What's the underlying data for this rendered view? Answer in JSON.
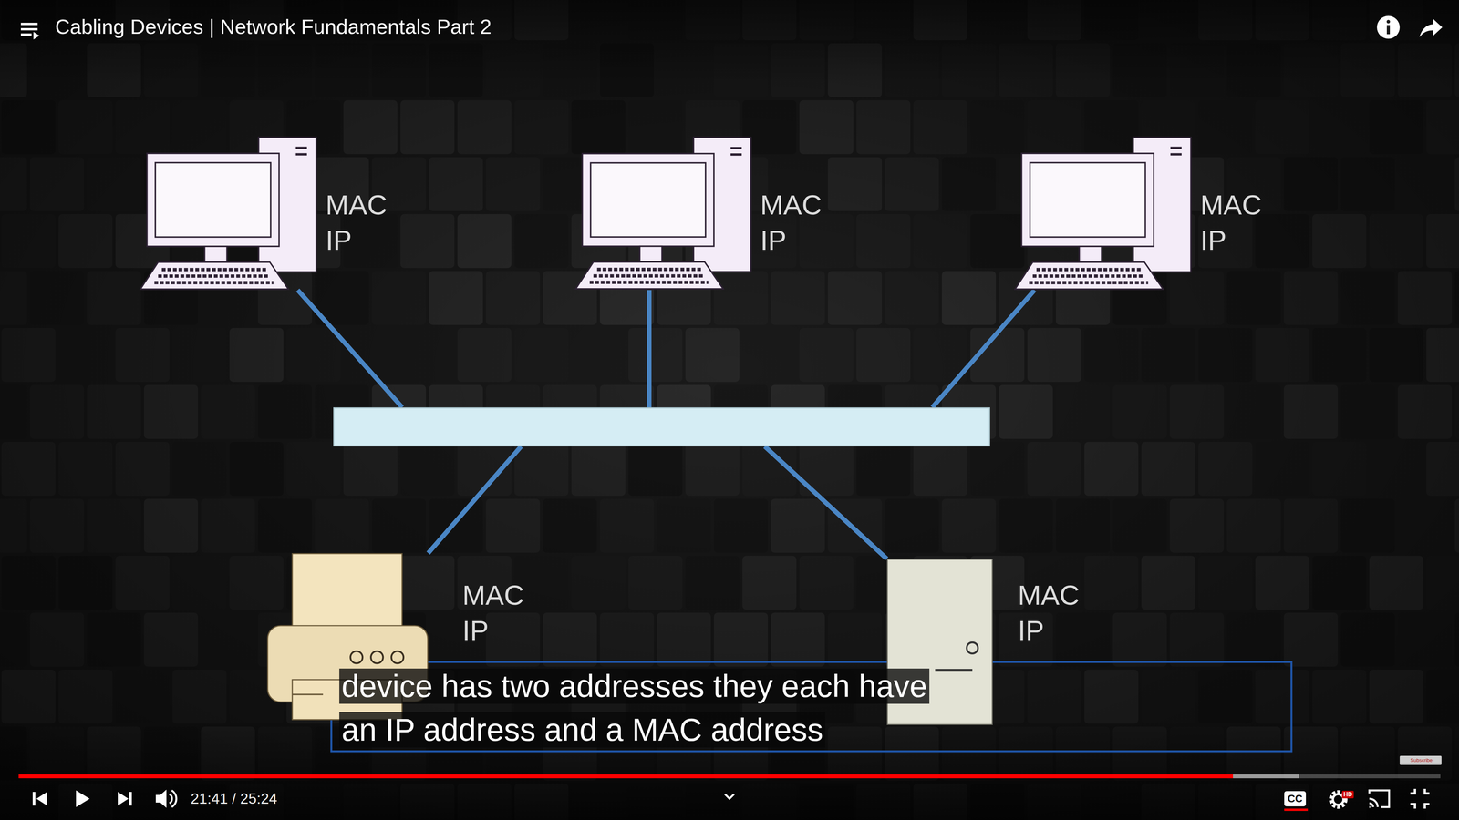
{
  "diagram": {
    "title": "Cabling Devices | Network Fundamentals Part 2",
    "caption": "device has two addresses they each have an IP address and a MAC address",
    "nodes": [
      {
        "text": [
          "MAC",
          "IP"
        ]
      },
      {
        "text": [
          "MAC",
          "IP"
        ]
      },
      {
        "text": [
          "MAC",
          "IP"
        ]
      },
      {
        "text": []
      },
      {
        "text": [
          "MAC",
          "IP"
        ]
      },
      {
        "text": [
          "MAC",
          "IP"
        ]
      }
    ],
    "edges": [
      {
        "from": 0,
        "to": 3,
        "arrow": "none"
      },
      {
        "from": 1,
        "to": 3,
        "arrow": "none"
      },
      {
        "from": 2,
        "to": 3,
        "arrow": "none"
      },
      {
        "from": 4,
        "to": 3,
        "arrow": "none"
      },
      {
        "from": 5,
        "to": 3,
        "arrow": "none"
      }
    ],
    "labels": [
      "21:41 / 25:24",
      "CC",
      "HD",
      "Subscribe"
    ]
  }
}
